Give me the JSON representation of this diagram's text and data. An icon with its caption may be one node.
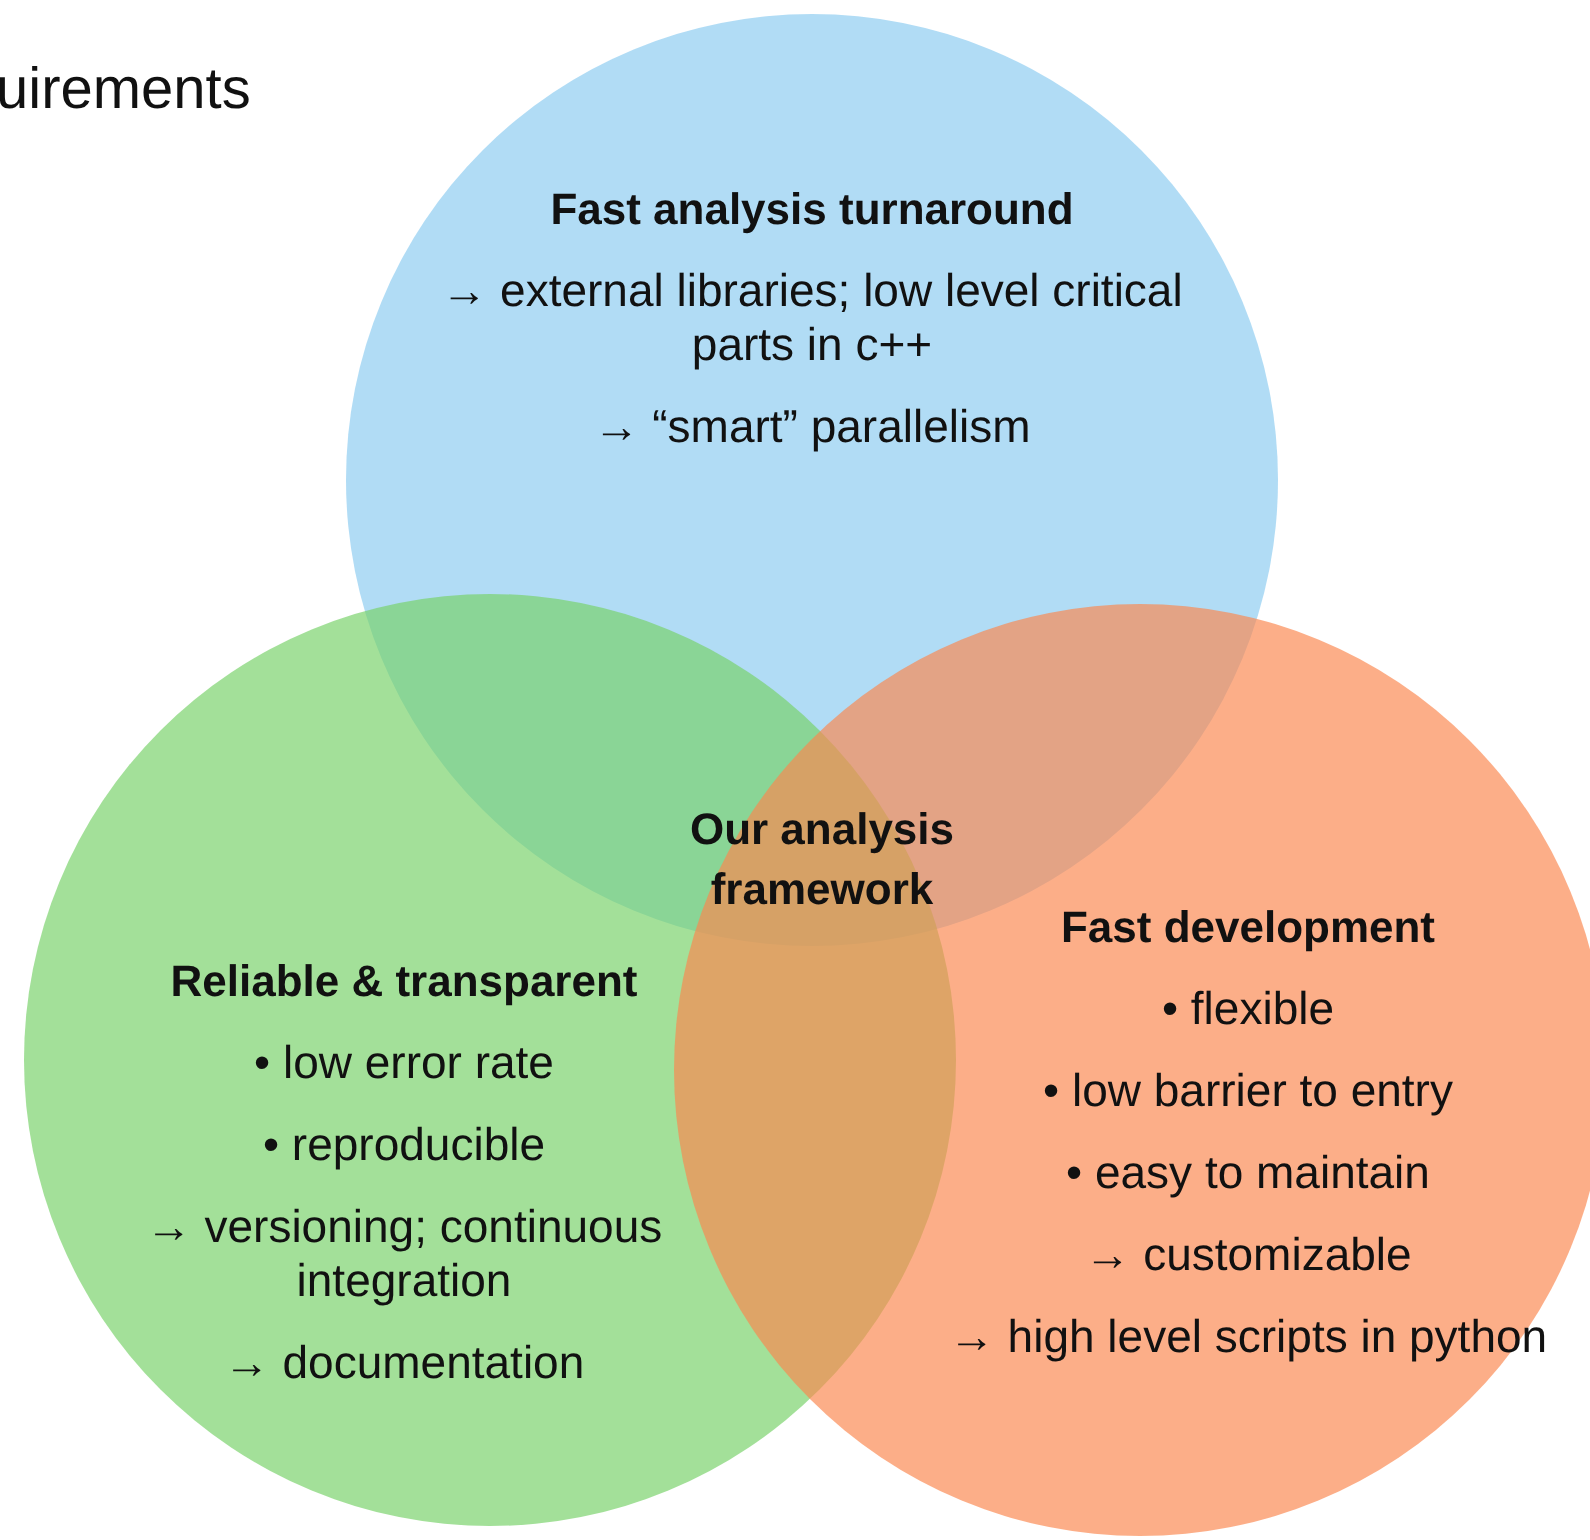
{
  "diagram": {
    "nodes": [
      {
        "text": [
          "Fast analysis turnaround",
          "→ external libraries; low level critical parts in c++",
          "→ “smart” parallelism"
        ]
      },
      {
        "text": [
          "Reliable & transparent",
          "• low error rate",
          "• reproducible",
          "→ versioning; continuous integration",
          "→ documentation"
        ]
      },
      {
        "text": [
          "Fast development",
          "• flexible",
          "• low barrier to entry",
          "• easy to maintain",
          "→ customizable",
          "→ high level scripts in python"
        ]
      }
    ],
    "edges": [],
    "labels": [
      "uirements",
      "Our analysis framework"
    ]
  }
}
